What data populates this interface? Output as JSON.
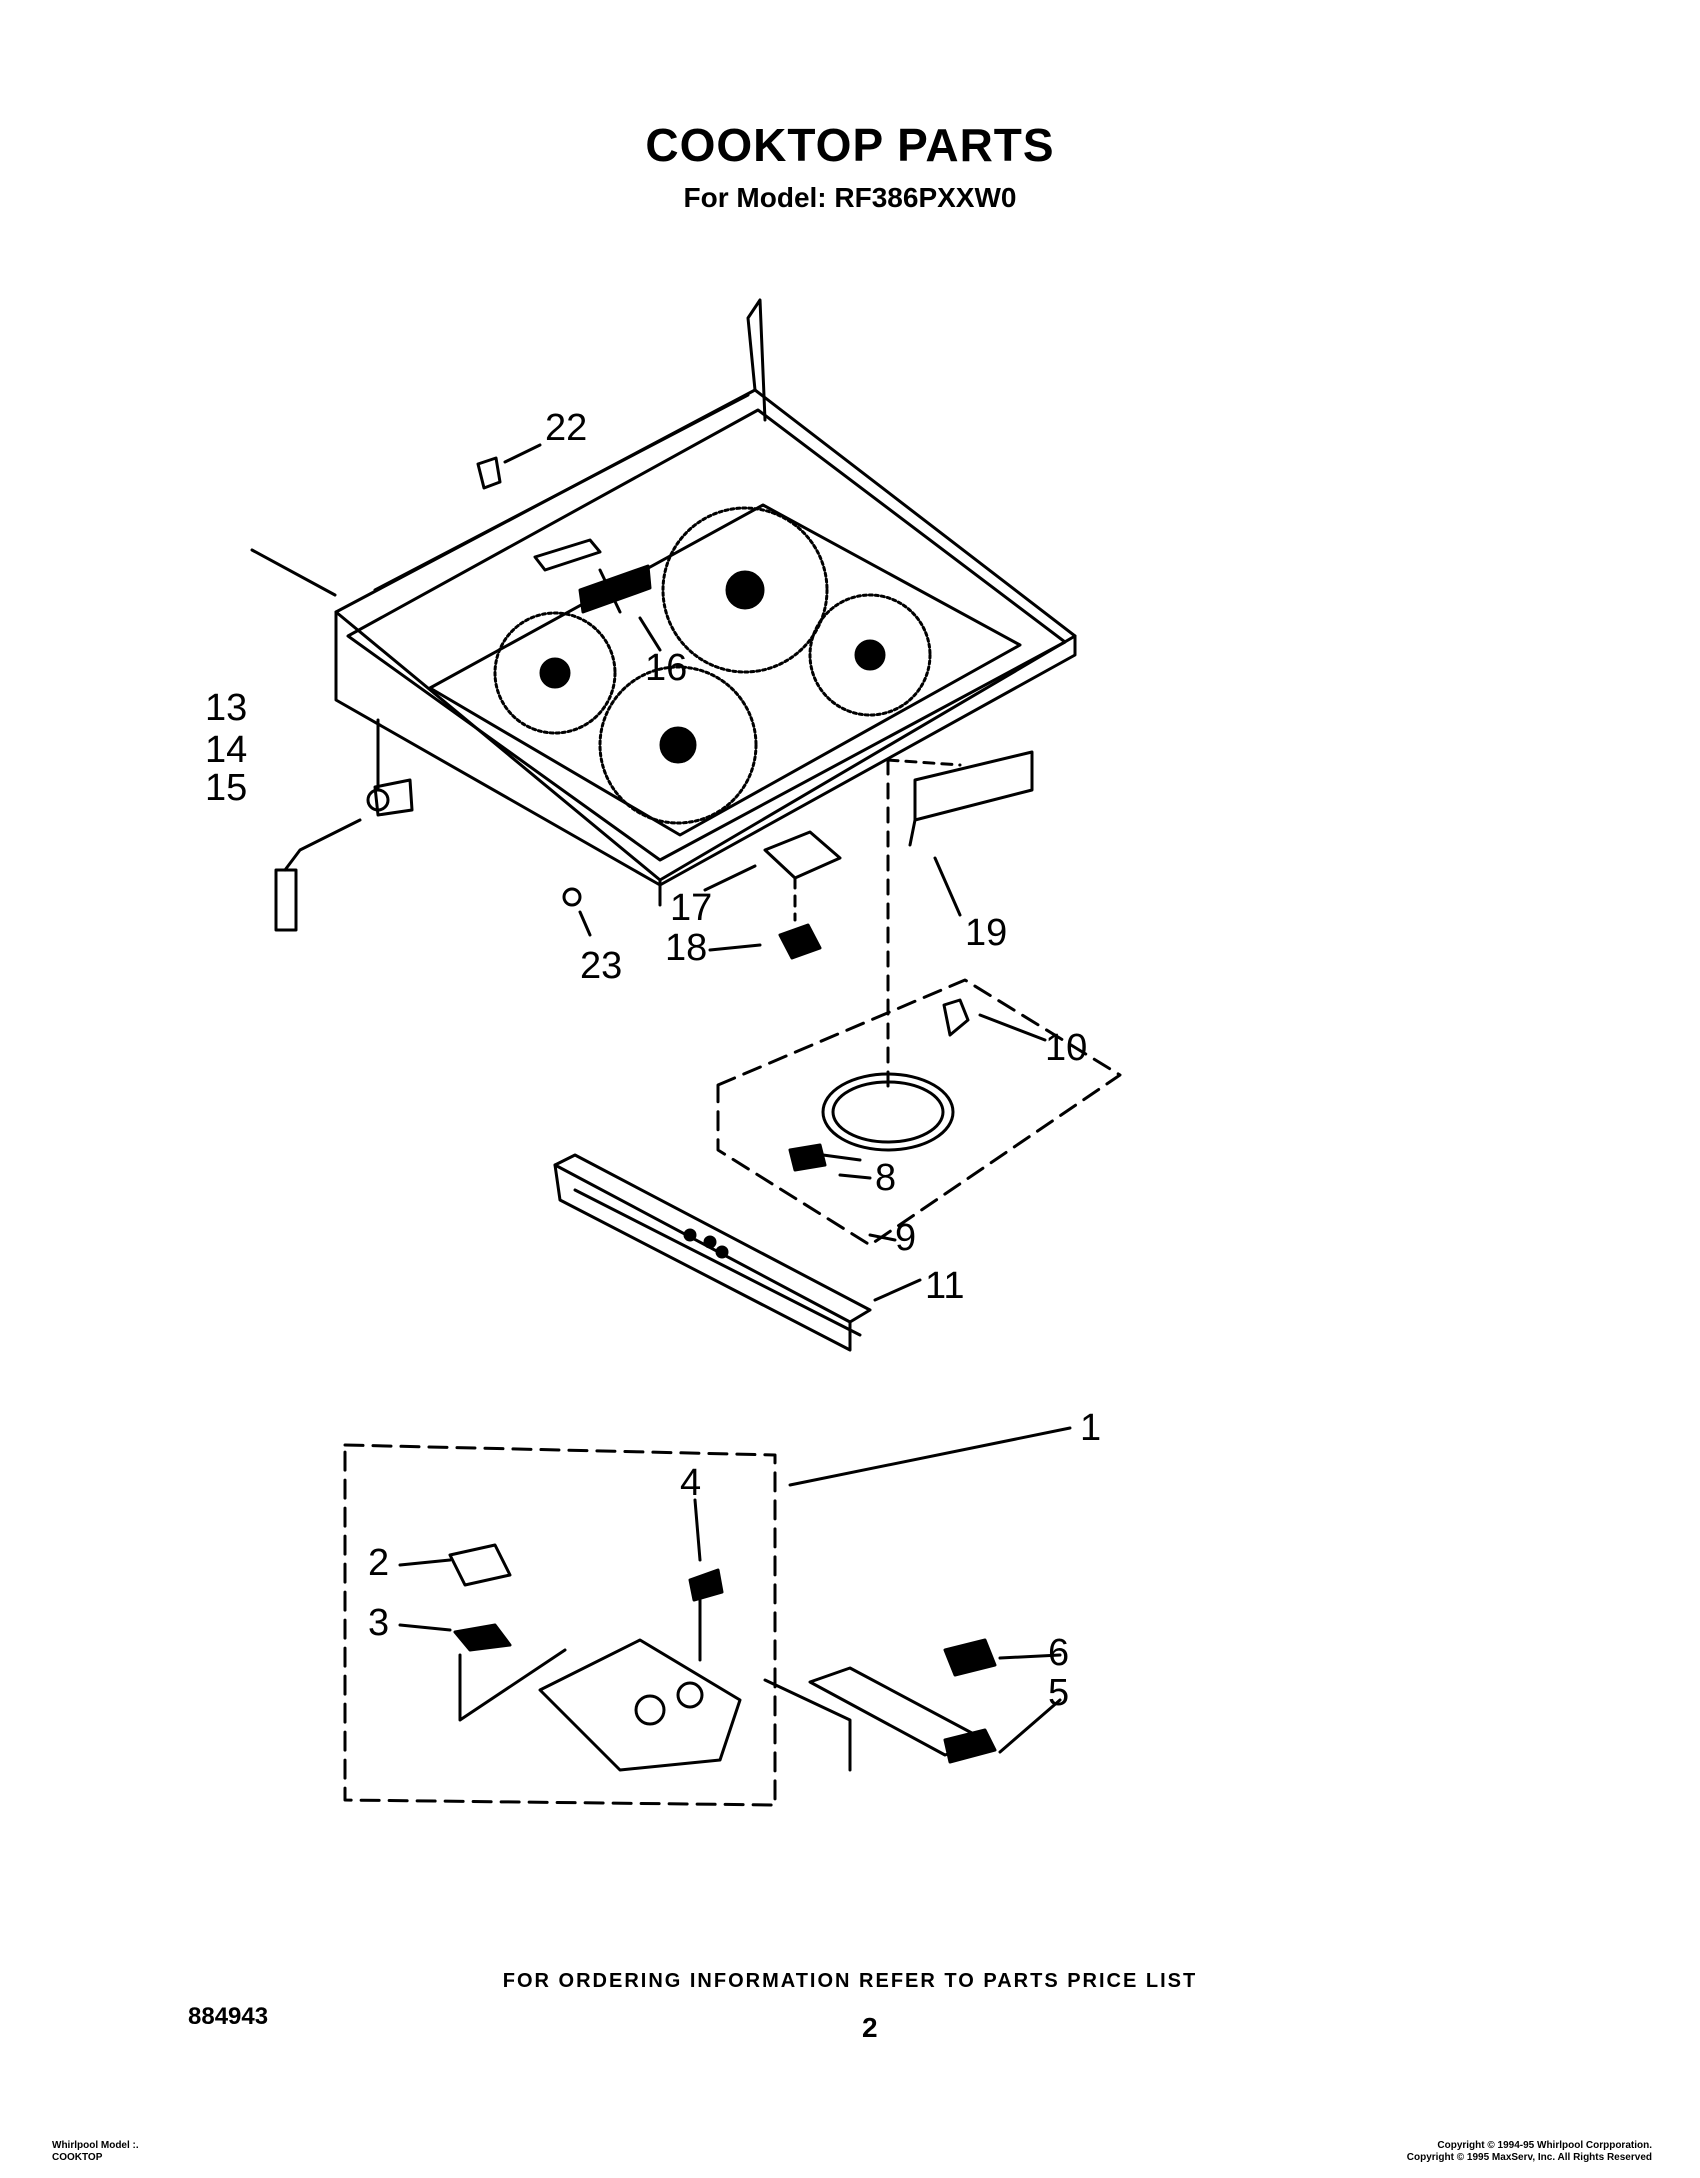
{
  "header": {
    "title": "COOKTOP PARTS",
    "subtitle": "For Model: RF386PXXW0"
  },
  "callouts": [
    "1",
    "2",
    "3",
    "4",
    "5",
    "6",
    "8",
    "9",
    "10",
    "11",
    "13",
    "14",
    "15",
    "16",
    "17",
    "18",
    "19",
    "22",
    "23"
  ],
  "footer": {
    "order_note": "FOR ORDERING INFORMATION REFER TO PARTS PRICE LIST",
    "doc_number": "884943",
    "page_number": "2",
    "left_line1": "Whirlpool Model :.",
    "left_line2": "COOKTOP",
    "right_line1": "Copyright © 1994-95 Whirlpool Corpporation.",
    "right_line2": "Copyright © 1995 MaxServ, Inc.  All Rights Reserved"
  }
}
